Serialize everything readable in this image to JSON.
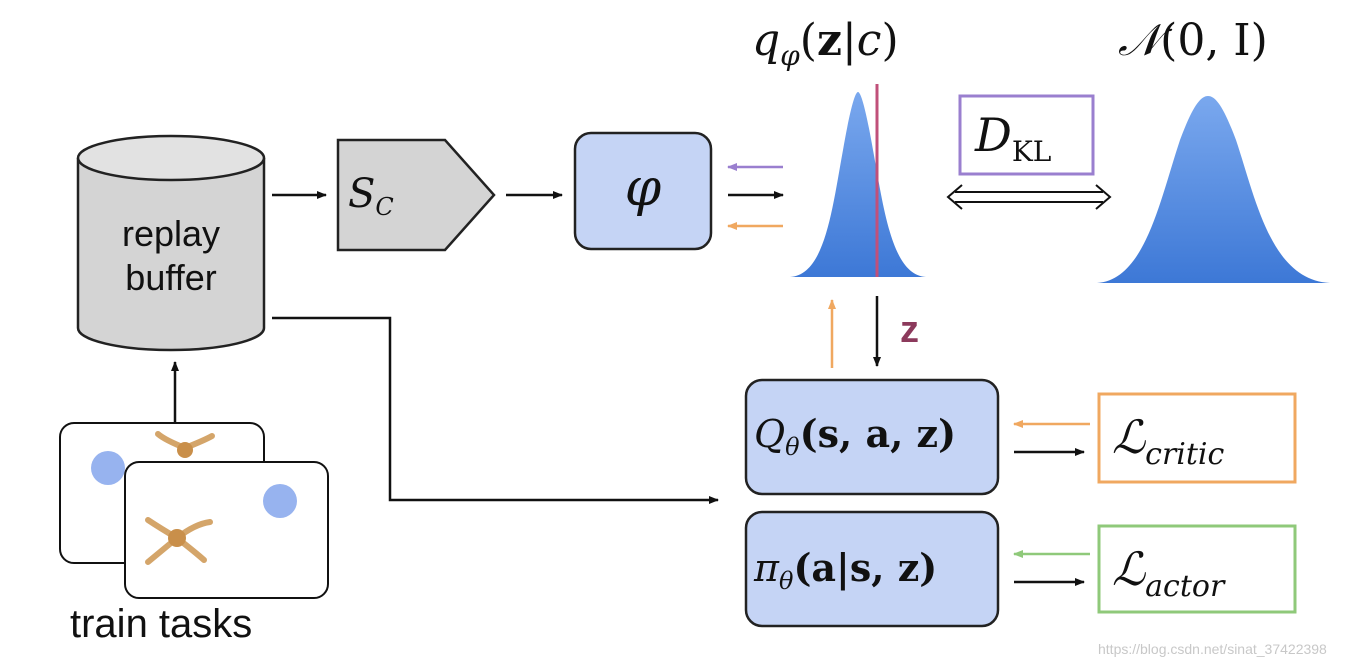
{
  "replay_buffer": {
    "line1": "replay",
    "line2": "buffer"
  },
  "train_tasks": "train tasks",
  "sampler": {
    "symbol": "S",
    "subscript": "C"
  },
  "encoder": {
    "symbol": "φ"
  },
  "posterior": {
    "q": "q",
    "phi": "φ",
    "open": "(",
    "z": "z",
    "bar": "|",
    "c": "c",
    "close": ")"
  },
  "prior": {
    "N": "𝒩",
    "args": "(0, I)"
  },
  "kl": {
    "D": "D",
    "sub": "KL"
  },
  "z_label": "z",
  "critic": {
    "Q": "Q",
    "theta": "θ",
    "args": "(s, a, z)"
  },
  "actor": {
    "pi": "π",
    "theta": "θ",
    "args": "(a|s, z)"
  },
  "loss_critic": {
    "L": "ℒ",
    "sub": "critic"
  },
  "loss_actor": {
    "L": "ℒ",
    "sub": "actor"
  },
  "watermark": "https://blog.csdn.net/sinat_37422398",
  "colors": {
    "box_blue": "#c5d4f5",
    "gaussian": "#4d88e0",
    "orange": "#f0a860",
    "purple": "#9a7fcf",
    "green": "#8fc97a",
    "z_color": "#8c3a5c",
    "task_dot": "#97b3ef",
    "agent": "#d4a56a"
  }
}
